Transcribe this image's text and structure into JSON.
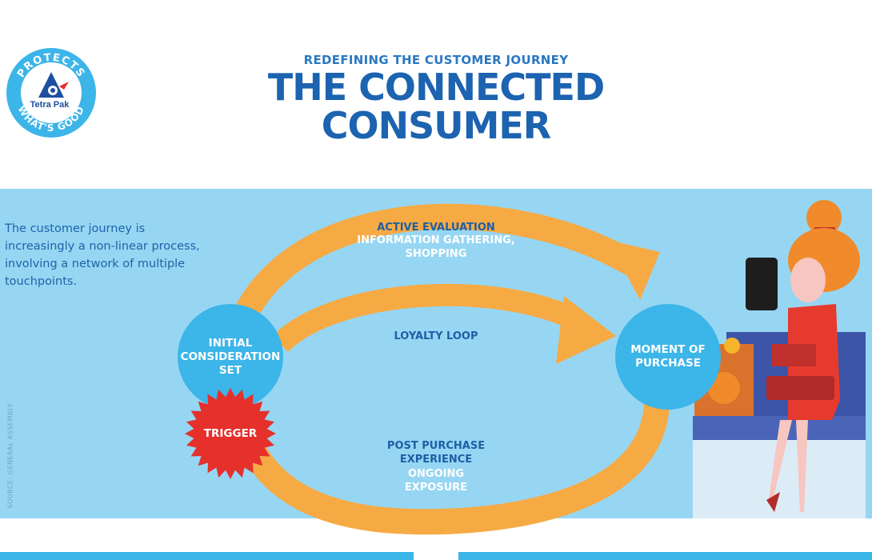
{
  "logo": {
    "top_text": "PROTECTS",
    "brand": "Tetra Pak",
    "bottom_text": "WHAT'S GOOD"
  },
  "header": {
    "subtitle": "REDEFINING THE CUSTOMER JOURNEY",
    "title_line1": "THE CONNECTED",
    "title_line2": "CONSUMER"
  },
  "intro": "The customer journey is increasingly a non-linear process, involving a network of multiple touchpoints.",
  "source": "SOURCE: GENERAL ASSEMBLY",
  "diagram": {
    "initial": "INITIAL CONSIDERATION SET",
    "trigger": "TRIGGER",
    "moment": "MOMENT OF PURCHASE",
    "active_title": "ACTIVE EVALUATION",
    "active_sub": "INFORMATION GATHERING, SHOPPING",
    "loyalty": "LOYALTY LOOP",
    "post_title": "POST PURCHASE EXPERIENCE",
    "post_sub": "ONGOING EXPOSURE"
  },
  "colors": {
    "title": "#1c63b0",
    "panel": "#96d6f3",
    "circle": "#3cb5e8",
    "arrow": "#f6aa44",
    "trigger": "#e5302c"
  }
}
